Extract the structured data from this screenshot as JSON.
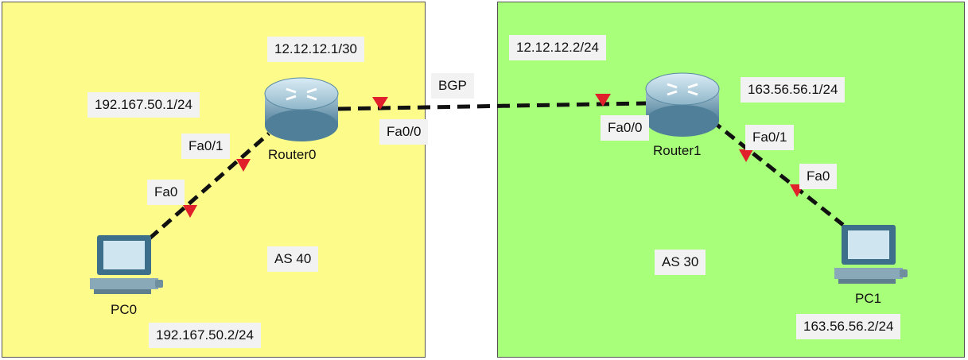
{
  "zones": {
    "left": {
      "as_label": "AS 40"
    },
    "right": {
      "as_label": "AS 30"
    }
  },
  "devices": {
    "router0": {
      "name": "Router0",
      "ip": "12.12.12.1/30",
      "port_to_pc": "Fa0/1",
      "port_to_peer": "Fa0/0",
      "lan_ip": "192.167.50.1/24"
    },
    "router1": {
      "name": "Router1",
      "ip": "12.12.12.2/24",
      "port_to_pc": "Fa0/1",
      "port_to_peer": "Fa0/0",
      "lan_ip": "163.56.56.1/24"
    },
    "pc0": {
      "name": "PC0",
      "port": "Fa0",
      "ip": "192.167.50.2/24"
    },
    "pc1": {
      "name": "PC1",
      "port": "Fa0",
      "ip": "163.56.56.2/24"
    }
  },
  "link": {
    "protocol": "BGP"
  },
  "colors": {
    "left_zone": "#fdfc8a",
    "right_zone": "#a8ff7a",
    "link": "#111111",
    "port_marker": "#e0202a"
  }
}
